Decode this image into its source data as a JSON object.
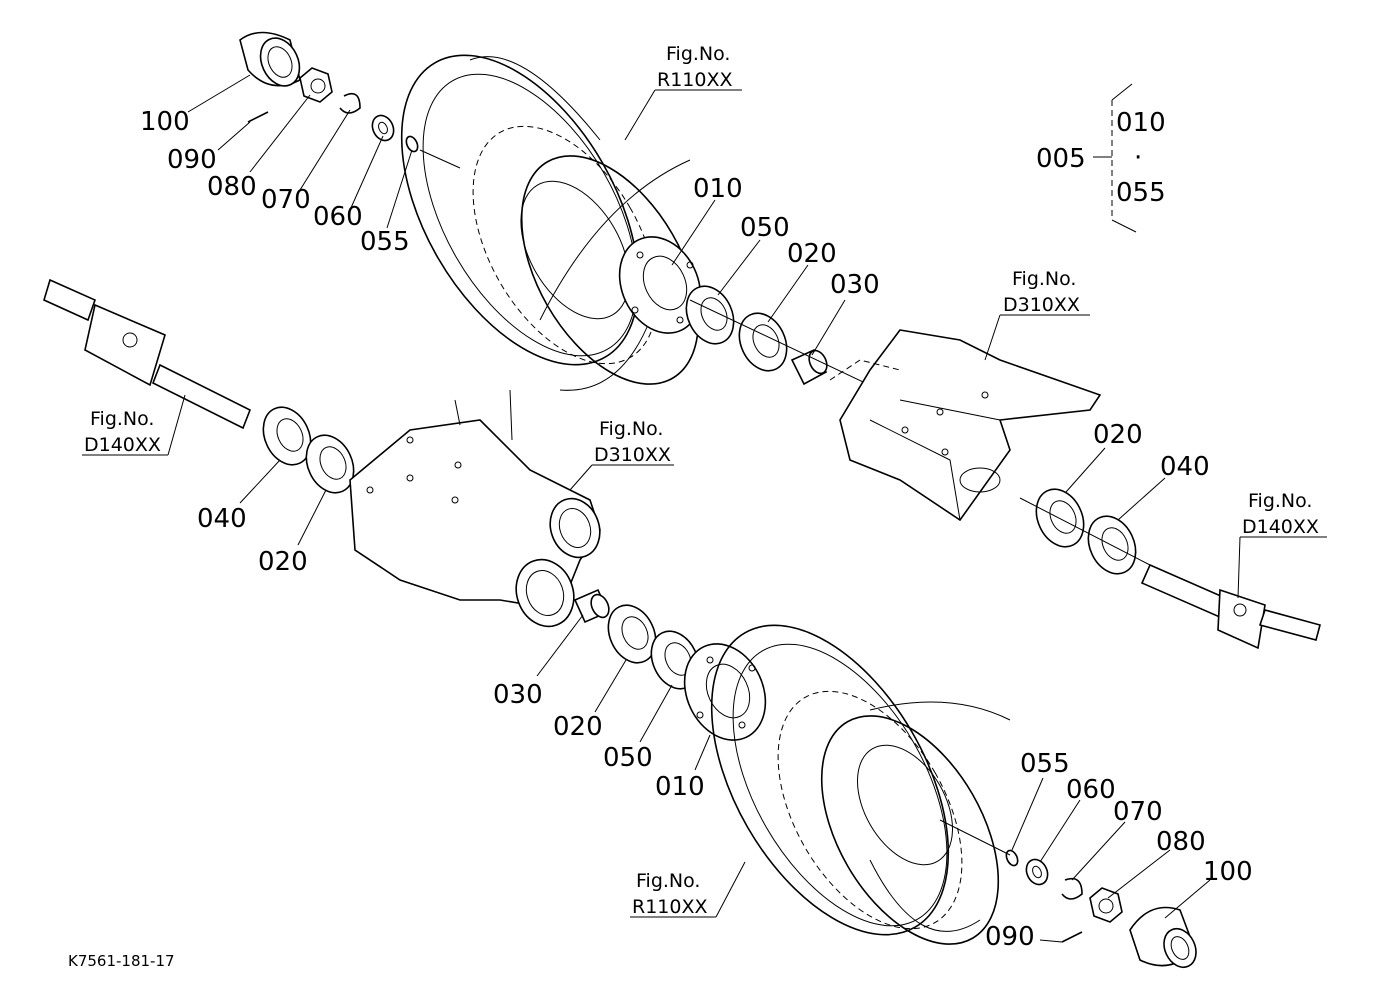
{
  "drawing_code": "K7561-181-17",
  "fig_refs": [
    {
      "id": "r110-top",
      "line1": "Fig.No.",
      "line2": "R110XX"
    },
    {
      "id": "d310-right",
      "line1": "Fig.No.",
      "line2": "D310XX"
    },
    {
      "id": "d140-left",
      "line1": "Fig.No.",
      "line2": "D140XX"
    },
    {
      "id": "d310-center",
      "line1": "Fig.No.",
      "line2": "D310XX"
    },
    {
      "id": "d140-right",
      "line1": "Fig.No.",
      "line2": "D140XX"
    },
    {
      "id": "r110-bottom",
      "line1": "Fig.No.",
      "line2": "R110XX"
    }
  ],
  "legend": {
    "assembly": "005",
    "first": "010",
    "dot": "·",
    "last": "055"
  },
  "labels": {
    "top_100": "100",
    "top_090": "090",
    "top_080": "080",
    "top_070": "070",
    "top_060": "060",
    "top_055": "055",
    "top_010": "010",
    "top_050": "050",
    "top_020": "020",
    "top_030": "030",
    "right_020": "020",
    "right_040": "040",
    "left_040": "040",
    "left_020": "020",
    "bottom_030": "030",
    "bottom_020": "020",
    "bottom_050": "050",
    "bottom_010": "010",
    "bottom_055": "055",
    "bottom_060": "060",
    "bottom_070": "070",
    "bottom_080": "080",
    "bottom_100": "100",
    "bottom_090": "090"
  }
}
